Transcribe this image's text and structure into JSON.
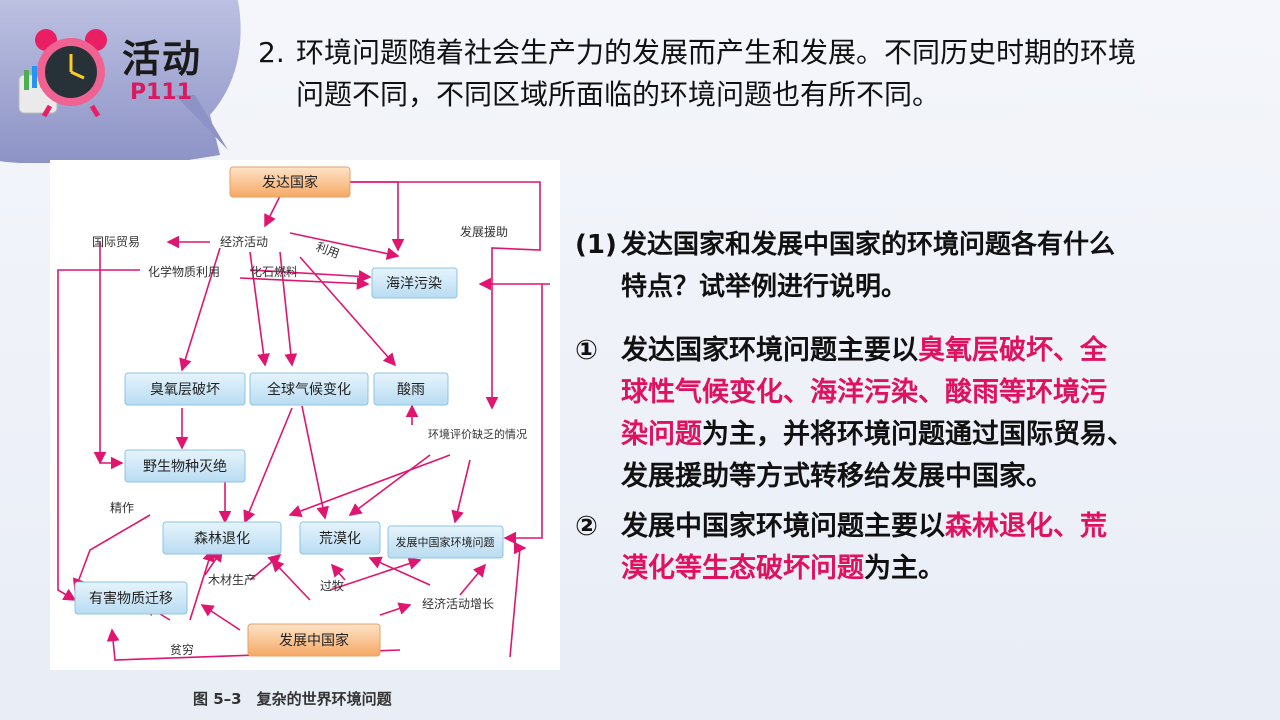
{
  "badge": {
    "title": "活动",
    "page": "P111"
  },
  "intro": {
    "number": "2.",
    "line1": "环境问题随着社会生产力的发展而产生和发展。不同历史时期的环境",
    "line2": "问题不同，不同区域所面临的环境问题也有所不同。"
  },
  "diagram": {
    "nodes": {
      "developed": "发达国家",
      "ocean": "海洋污染",
      "ozone": "臭氧层破坏",
      "climate": "全球气候变化",
      "acid": "酸雨",
      "wildlife": "野生物种灭绝",
      "forest": "森林退化",
      "desert": "荒漠化",
      "devprob": "发展中国家环境问题",
      "harmful": "有害物质迁移",
      "developing": "发展中国家"
    },
    "labels": {
      "trade": "国际贸易",
      "econ": "经济活动",
      "use": "利用",
      "aid": "发展援助",
      "chem": "化学物质利用",
      "fossil": "化石燃料",
      "eval": "环境评价缺乏的情况",
      "farming": "精作",
      "timber": "木材生产",
      "grazing": "过牧",
      "growth": "经济活动增长",
      "poverty": "贫穷"
    },
    "caption": "图 5–3　复杂的世界环境问题"
  },
  "question": {
    "marker": "(1)",
    "line1": "发达国家和发展中国家的环境问题各有什么",
    "line2": "特点？试举例进行说明。"
  },
  "answer1": {
    "marker": "①",
    "l1_plain": "发达国家环境问题主要以",
    "l1_hl": "臭氧层破坏、全",
    "l2_hl": "球性气候变化、海洋污染、酸雨等环境污",
    "l3_hl": "染问题",
    "l3_plain": "为主，并将环境问题通过国际贸易、",
    "l4_plain": "发展援助等方式转移给发展中国家。"
  },
  "answer2": {
    "marker": "②",
    "l1_plain": "发展中国家环境问题主要以",
    "l1_hl": "森林退化、荒",
    "l2_hl": "漠化等生态破坏问题",
    "l2_plain": "为主。"
  },
  "colors": {
    "highlight": "#e0115f",
    "arrow": "#e0156f",
    "box_blue": "#cfe8f7",
    "box_orange": "#f8c08c"
  }
}
